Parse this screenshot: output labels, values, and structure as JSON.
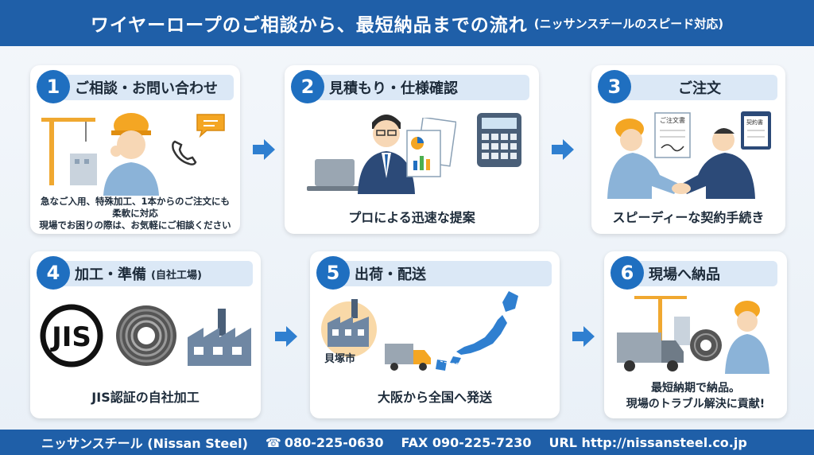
{
  "header": {
    "title": "ワイヤーロープのご相談から、最短納品までの流れ",
    "subtitle": "(ニッサンスチールのスピード対応)"
  },
  "steps": [
    {
      "number": "1",
      "title": "ご相談・お問い合わせ",
      "note_lines": [
        "急なご入用、特殊加工、1本からのご注文にも",
        "柔軟に対応",
        "現場でお困りの際は、お気軽にご相談ください"
      ]
    },
    {
      "number": "2",
      "title": "見積もり・仕様確認",
      "caption": "プロによる迅速な提案"
    },
    {
      "number": "3",
      "title": "ご注文",
      "caption": "スピーディーな契約手続き",
      "doc_label_1": "ご注文書",
      "doc_label_2": "契約書"
    },
    {
      "number": "4",
      "title": "加工・準備",
      "title_small": "(自社工場)",
      "caption": "JIS認証の自社加工",
      "jis_logo": "JIS"
    },
    {
      "number": "5",
      "title": "出荷・配送",
      "caption": "大阪から全国へ発送",
      "origin_label": "貝塚市"
    },
    {
      "number": "6",
      "title": "現場へ納品",
      "caption_lines": [
        "最短納期で納品。",
        "現場のトラブル解決に貢献!"
      ]
    }
  ],
  "footer": {
    "company": "ニッサンスチール (Nissan Steel)",
    "tel": "080-225-0630",
    "fax": "FAX 090-225-7230",
    "url": "URL http://nissansteel.co.jp"
  },
  "colors": {
    "brand_blue": "#1f5fa8",
    "step_blue": "#1f6fc0",
    "title_bg": "#dbe8f6",
    "arrow": "#2f7fd0"
  },
  "icons": [
    "construction-worker-icon",
    "phone-icon",
    "speech-bubble-icon",
    "laptop-icon",
    "businessman-icon",
    "document-chart-icon",
    "calculator-icon",
    "handshake-icon",
    "contract-icon",
    "wire-rope-coil-icon",
    "factory-icon",
    "truck-icon",
    "japan-map-icon",
    "crane-icon",
    "arrow-right-icon",
    "telephone-icon"
  ]
}
